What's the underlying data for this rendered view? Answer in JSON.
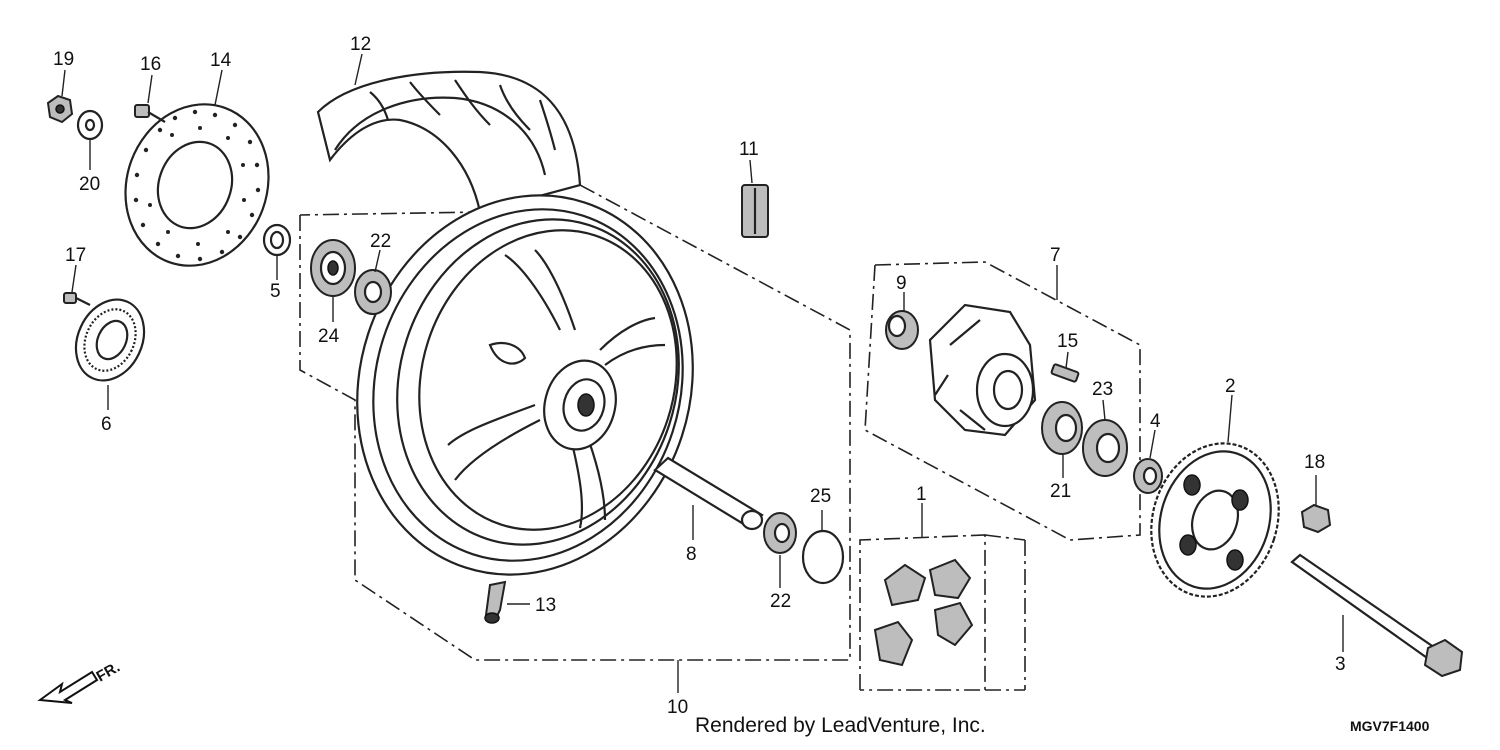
{
  "diagram": {
    "callouts": [
      {
        "id": "1",
        "label": "1"
      },
      {
        "id": "2",
        "label": "2"
      },
      {
        "id": "3",
        "label": "3"
      },
      {
        "id": "4",
        "label": "4"
      },
      {
        "id": "5",
        "label": "5"
      },
      {
        "id": "6",
        "label": "6"
      },
      {
        "id": "7",
        "label": "7"
      },
      {
        "id": "8",
        "label": "8"
      },
      {
        "id": "9",
        "label": "9"
      },
      {
        "id": "10",
        "label": "10"
      },
      {
        "id": "11",
        "label": "11"
      },
      {
        "id": "12",
        "label": "12"
      },
      {
        "id": "13",
        "label": "13"
      },
      {
        "id": "14",
        "label": "14"
      },
      {
        "id": "15",
        "label": "15"
      },
      {
        "id": "16",
        "label": "16"
      },
      {
        "id": "17",
        "label": "17"
      },
      {
        "id": "18",
        "label": "18"
      },
      {
        "id": "19",
        "label": "19"
      },
      {
        "id": "20",
        "label": "20"
      },
      {
        "id": "21",
        "label": "21"
      },
      {
        "id": "22a",
        "label": "22"
      },
      {
        "id": "22b",
        "label": "22"
      },
      {
        "id": "23",
        "label": "23"
      },
      {
        "id": "24",
        "label": "24"
      },
      {
        "id": "25",
        "label": "25"
      }
    ],
    "direction_label": "FR.",
    "credit": "Rendered by LeadVenture, Inc.",
    "diagram_code": "MGV7F1400"
  }
}
